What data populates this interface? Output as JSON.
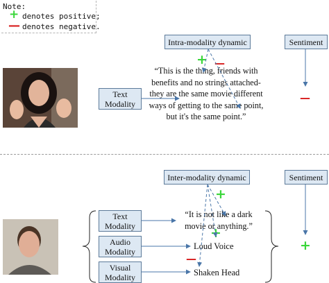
{
  "legend": {
    "title": "Note:",
    "positive_text": "denotes positive;",
    "negative_text": "denotes negative.",
    "positive_icon": "plus-icon",
    "negative_icon": "minus-icon"
  },
  "top": {
    "dynamic_label": "Intra-modality dynamic",
    "sentiment_label": "Sentiment",
    "modality_label": "Text\nModality",
    "quote": "“This is the thing, friends with benefits and no strings attached- they are the same movie different ways of getting to the same point, but it's the same point.”"
  },
  "bottom": {
    "dynamic_label": "Inter-modality dynamic",
    "sentiment_label": "Sentiment",
    "modalities": [
      {
        "label": "Text\nModality",
        "content": "“It is not like a dark movie or anything.”"
      },
      {
        "label": "Audio\nModality",
        "content": "Loud Voice"
      },
      {
        "label": "Visual\nModality",
        "content": "Shaken Head"
      }
    ]
  },
  "colors": {
    "positive": "#3ad63a",
    "negative": "#d81e1e",
    "arrow": "#4a76a8",
    "box_fill": "#dde8f3"
  }
}
